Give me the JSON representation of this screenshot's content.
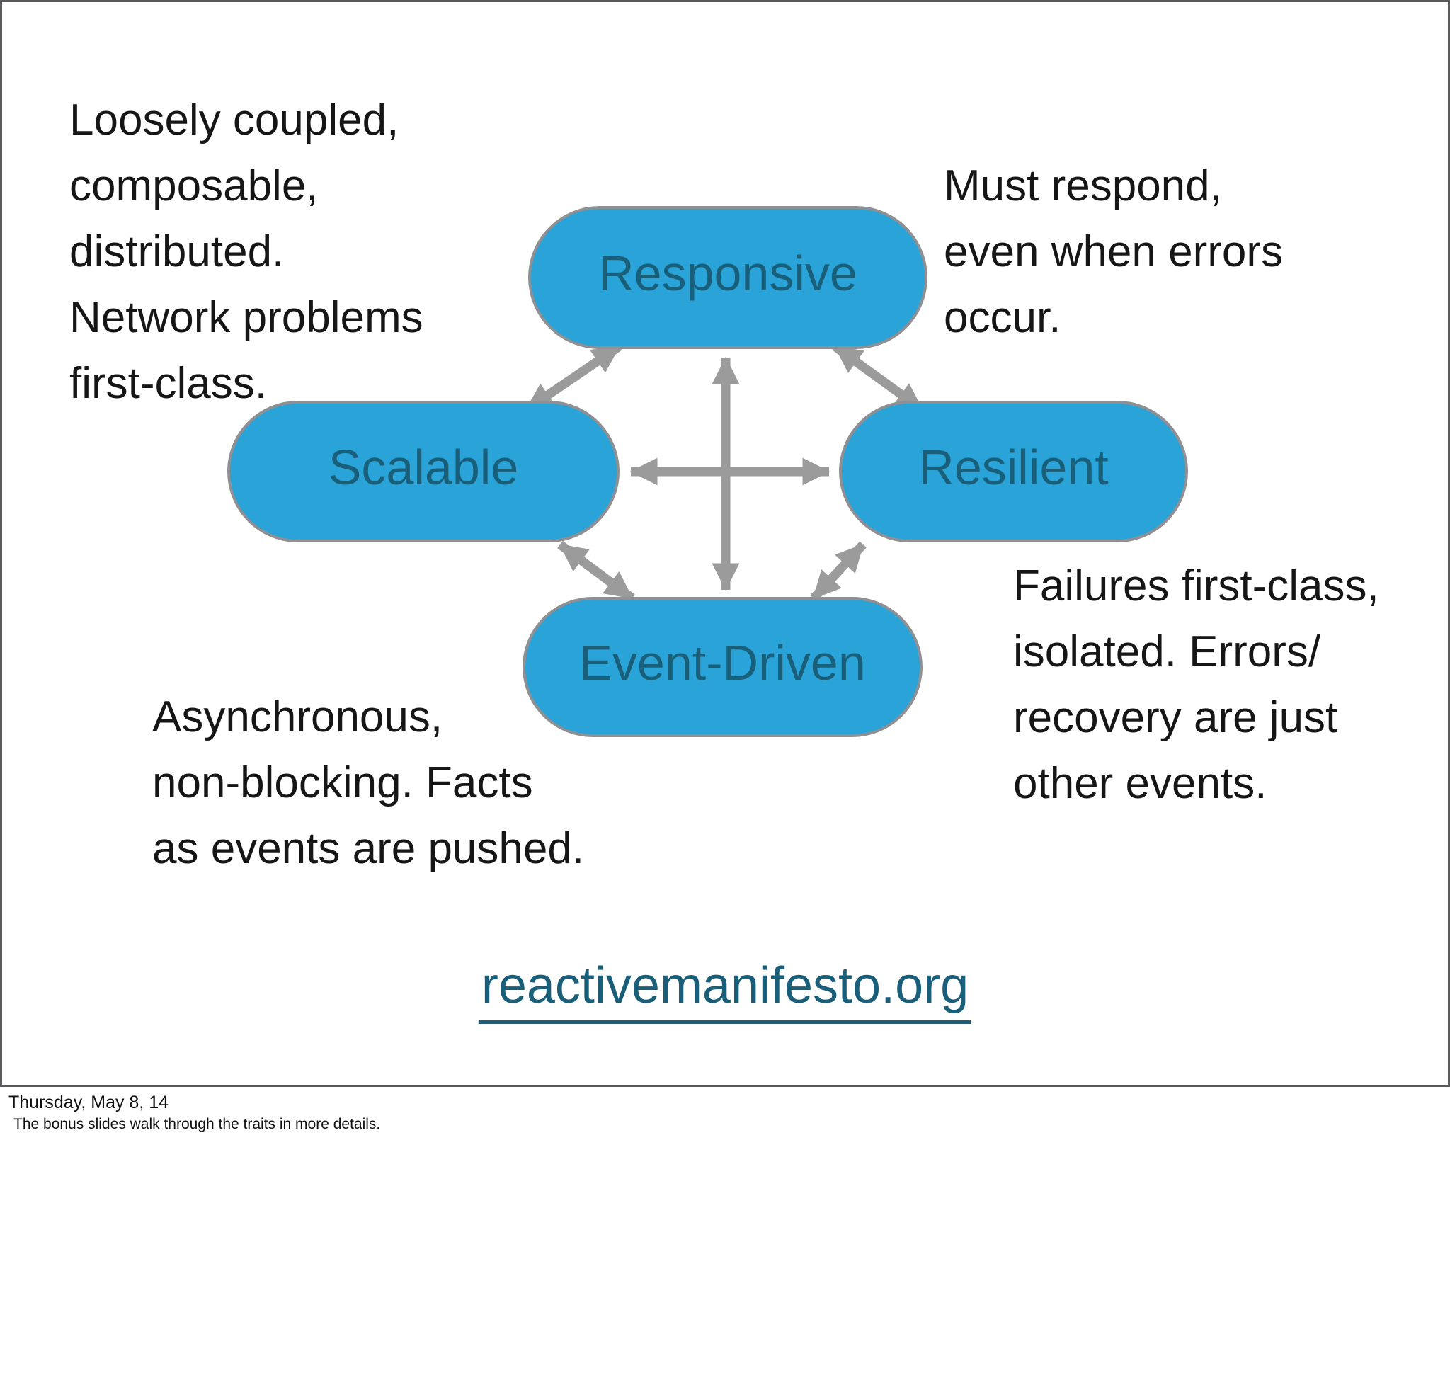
{
  "slide": {
    "nodes": {
      "responsive": "Responsive",
      "scalable": "Scalable",
      "resilient": "Resilient",
      "event_driven": "Event-Driven"
    },
    "annotations": {
      "top_left": {
        "lines": [
          "Loosely coupled,",
          "composable,",
          "distributed.",
          "Network problems",
          "first-class."
        ]
      },
      "top_right": {
        "lines": [
          "Must respond,",
          "even when errors",
          "occur."
        ]
      },
      "bottom_left": {
        "lines": [
          "Asynchronous,",
          "non-blocking. Facts",
          "as events are pushed."
        ]
      },
      "bottom_right": {
        "lines": [
          "Failures first-class,",
          "isolated. Errors/",
          "recovery are just",
          "other events."
        ]
      }
    },
    "link": "reactivemanifesto.org"
  },
  "footer": {
    "date": "Thursday, May 8, 14",
    "note": "The bonus slides walk through the traits in more details."
  },
  "colors": {
    "node_fill": "#29a3d8",
    "node_border": "#8e9093",
    "node_text": "#1a5f7a",
    "annotation_text": "#161616",
    "arrow": "#9b9b9b",
    "link": "#1a5f7a",
    "slide_border": "#59595b",
    "background": "#ffffff"
  }
}
